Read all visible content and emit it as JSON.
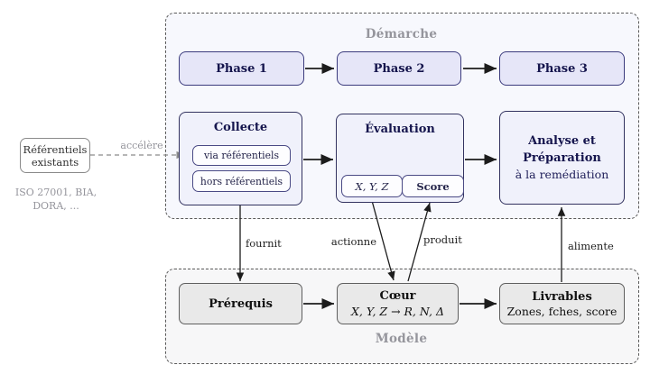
{
  "diagram": {
    "containers": {
      "demarche": {
        "label": "Démarche"
      },
      "modele": {
        "label": "Modèle"
      }
    },
    "nodes": {
      "phase1": {
        "label": "Phase 1"
      },
      "phase2": {
        "label": "Phase 2"
      },
      "phase3": {
        "label": "Phase 3"
      },
      "collecte": {
        "title": "Collecte",
        "sub1": "via référentiels",
        "sub2": "hors référentiels"
      },
      "evaluation": {
        "title": "Évaluation",
        "sub1": "X, Y, Z",
        "sub2": "Score"
      },
      "analyse": {
        "title_line1": "Analyse et",
        "title_line2": "Préparation",
        "subtitle": "à la remédiation"
      },
      "prerequis": {
        "label": "Prérequis"
      },
      "coeur": {
        "title": "Cœur",
        "formula": "X, Y, Z → R, N, Δ"
      },
      "livrables": {
        "title": "Livrables",
        "subtitle": "Zones, fches, score"
      },
      "referentiels_existants": {
        "line1": "Référentiels",
        "line2": "existants"
      }
    },
    "annotations": {
      "iso_line1": "ISO 27001, BIA,",
      "iso_line2": "DORA, ..."
    },
    "edges": {
      "accelere": {
        "label": "accélère"
      },
      "fournit": {
        "label": "fournit"
      },
      "actionne": {
        "label": "actionne"
      },
      "produit": {
        "label": "produit"
      },
      "alimente": {
        "label": "alimente"
      }
    },
    "colors": {
      "phase_fill": "#e6e6f8",
      "phase_border": "#3b3b7d",
      "process_fill": "#f0f1fb",
      "process_border": "#32325f",
      "subbox_fill": "#fdfdff",
      "subbox_border": "#4a4a85",
      "model_fill": "#e9e9e9",
      "model_border": "#5f5f5f",
      "container_demarche_fill": "#f7f8fd",
      "container_modele_fill": "#f7f7f8",
      "container_border": "#5a5a5a",
      "muted_text": "#95959c",
      "dark_text": "#15154d",
      "arrow": "#1c1c1c"
    }
  }
}
